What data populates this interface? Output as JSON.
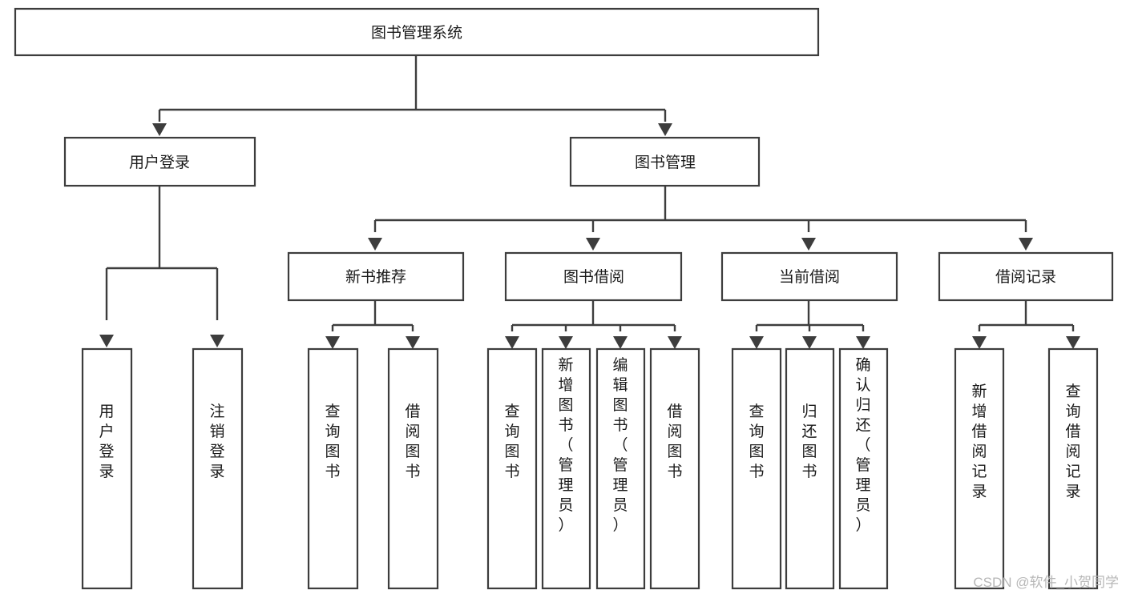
{
  "diagram": {
    "title": "图书管理系统",
    "type": "hierarchy-tree",
    "colors": {
      "background": "#ffffff",
      "box_stroke": "#3d3d3d",
      "box_fill": "#ffffff",
      "text": "#1a1a1a",
      "watermark": "#b7b7b7"
    },
    "root": {
      "label": "图书管理系统"
    },
    "level2": [
      {
        "label": "用户登录"
      },
      {
        "label": "图书管理"
      }
    ],
    "level3": [
      {
        "label": "新书推荐"
      },
      {
        "label": "图书借阅"
      },
      {
        "label": "当前借阅"
      },
      {
        "label": "借阅记录"
      }
    ],
    "leaves": {
      "user_login": [
        {
          "label": "用户登录"
        },
        {
          "label": "注销登录"
        }
      ],
      "new_book": [
        {
          "label": "查询图书"
        },
        {
          "label": "借阅图书"
        }
      ],
      "book_borrow": [
        {
          "label": "查询图书"
        },
        {
          "label": "新增图书（管理员）"
        },
        {
          "label": "编辑图书（管理员）"
        },
        {
          "label": "借阅图书"
        }
      ],
      "current_borrow": [
        {
          "label": "查询图书"
        },
        {
          "label": "归还图书"
        },
        {
          "label": "确认归还（管理员）"
        }
      ],
      "borrow_record": [
        {
          "label": "新增借阅记录"
        },
        {
          "label": "查询借阅记录"
        }
      ]
    },
    "watermark": "CSDN @软件_小贺同学"
  }
}
